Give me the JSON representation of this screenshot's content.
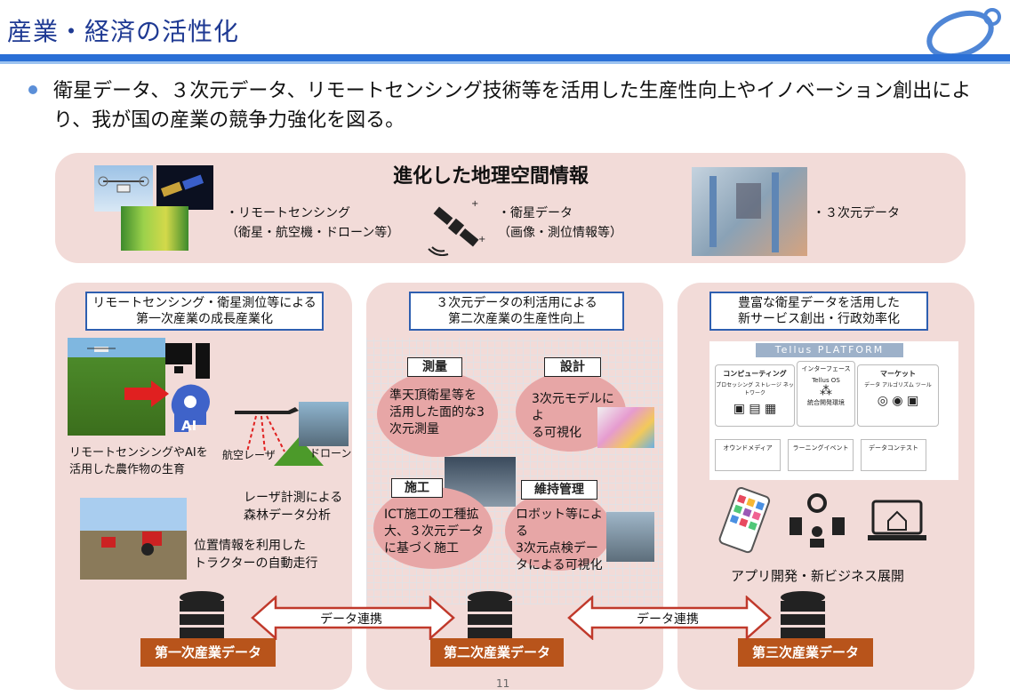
{
  "header": {
    "title": "産業・経済の活性化"
  },
  "lead": {
    "text": "衛星データ、３次元データ、リモートセンシング技術等を活用した生産性向上やイノベーション創出により、我が国の産業の競争力強化を図る。"
  },
  "top_panel": {
    "heading": "進化した地理空間情報",
    "item1_line1": "・リモートセンシング",
    "item1_line2": "（衛星・航空機・ドローン等）",
    "item2_line1": "・衛星データ",
    "item2_line2": "（画像・測位情報等）",
    "item3": "・３次元データ"
  },
  "left_panel": {
    "label_line1": "リモートセンシング・衛星測位等による",
    "label_line2": "第一次産業の成長産業化",
    "ai_label": "AI",
    "caption1_line1": "リモートセンシングやAIを",
    "caption1_line2": "活用した農作物の生育",
    "laser_label": "航空レーザ",
    "drone_label": "ドローン",
    "caption2_line1": "レーザ計測による",
    "caption2_line2": "森林データ分析",
    "caption3_line1": "位置情報を利用した",
    "caption3_line2": "トラクターの自動走行",
    "footer": "第一次産業データ"
  },
  "middle_panel": {
    "label_line1": "３次元データの利活用による",
    "label_line2": "第二次産業の生産性向上",
    "tags": [
      "測量",
      "設計",
      "施工",
      "維持管理"
    ],
    "circle1": [
      "準天頂衛星等を",
      "活用した面的な3",
      "次元測量"
    ],
    "circle2": [
      "3次元モデルによ",
      "る可視化"
    ],
    "circle3": [
      "ICT施工の工種拡",
      "大、３次元データ",
      "に基づく施工"
    ],
    "circle4": [
      "ロボット等による",
      "3次元点検デー",
      "タによる可視化"
    ],
    "footer": "第二次産業データ"
  },
  "right_panel": {
    "label_line1": "豊富な衛星データを活用した",
    "label_line2": "新サービス創出・行政効率化",
    "platform": {
      "brand": "Tellus PLATFORM",
      "interface": "インターフェース",
      "tellus_os": "Tellus OS",
      "integrated": "統合開発環境",
      "computing": "コンピューティング",
      "computing_items": "プロセッシング ストレージ ネットワーク",
      "market": "マーケット",
      "market_items": "データ アルゴリズム ツール",
      "owned_media": "オウンドメディア",
      "learning": "ラーニングイベント",
      "contest": "データコンテスト"
    },
    "caption": "アプリ開発・新ビジネス展開",
    "footer": "第三次産業データ"
  },
  "links": {
    "left": "データ連携",
    "right": "データ連携"
  },
  "page_number": "11",
  "colors": {
    "title": "#1f3a93",
    "title_bar": "#2a6fd6",
    "panel": "#f2dbd8",
    "circle": "#e7a6a6",
    "footer_tag": "#b8541b",
    "label_border": "#2e5fb0"
  }
}
